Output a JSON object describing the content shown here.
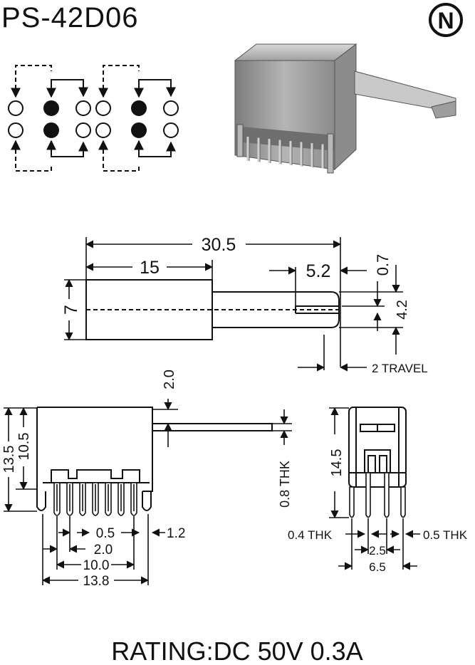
{
  "header": {
    "model": "PS-42D06",
    "logo_letter": "N"
  },
  "circuit": {
    "contact_rows": 2,
    "contacts_per_row": 6,
    "filled_contacts": [
      1,
      4
    ]
  },
  "top_view": {
    "overall_length": "30.5",
    "body_length": "15",
    "lever_tip": "5.2",
    "gap": "0.7",
    "body_height": "7",
    "lever_width": "4.2",
    "travel": "2 TRAVEL"
  },
  "side_view": {
    "total_height": "13.5",
    "body_height": "10.5",
    "lever_offset": "2.0",
    "lever_thickness": "0.8 THK",
    "pin_width": "0.5",
    "pin_pitch": "2.0",
    "outer_pitch": "10.0",
    "overall_width": "13.8",
    "lug_width": "1.2"
  },
  "end_view": {
    "height": "14.5",
    "pin_thk_left": "0.4 THK",
    "pin_thk_right": "0.5 THK",
    "row_pitch": "2.5",
    "overall": "6.5"
  },
  "footer": {
    "rating": "RATING:DC 50V 0.3A"
  },
  "colors": {
    "ink": "#111111",
    "paper": "#ffffff",
    "photo_gray": "#a8a8a8"
  }
}
